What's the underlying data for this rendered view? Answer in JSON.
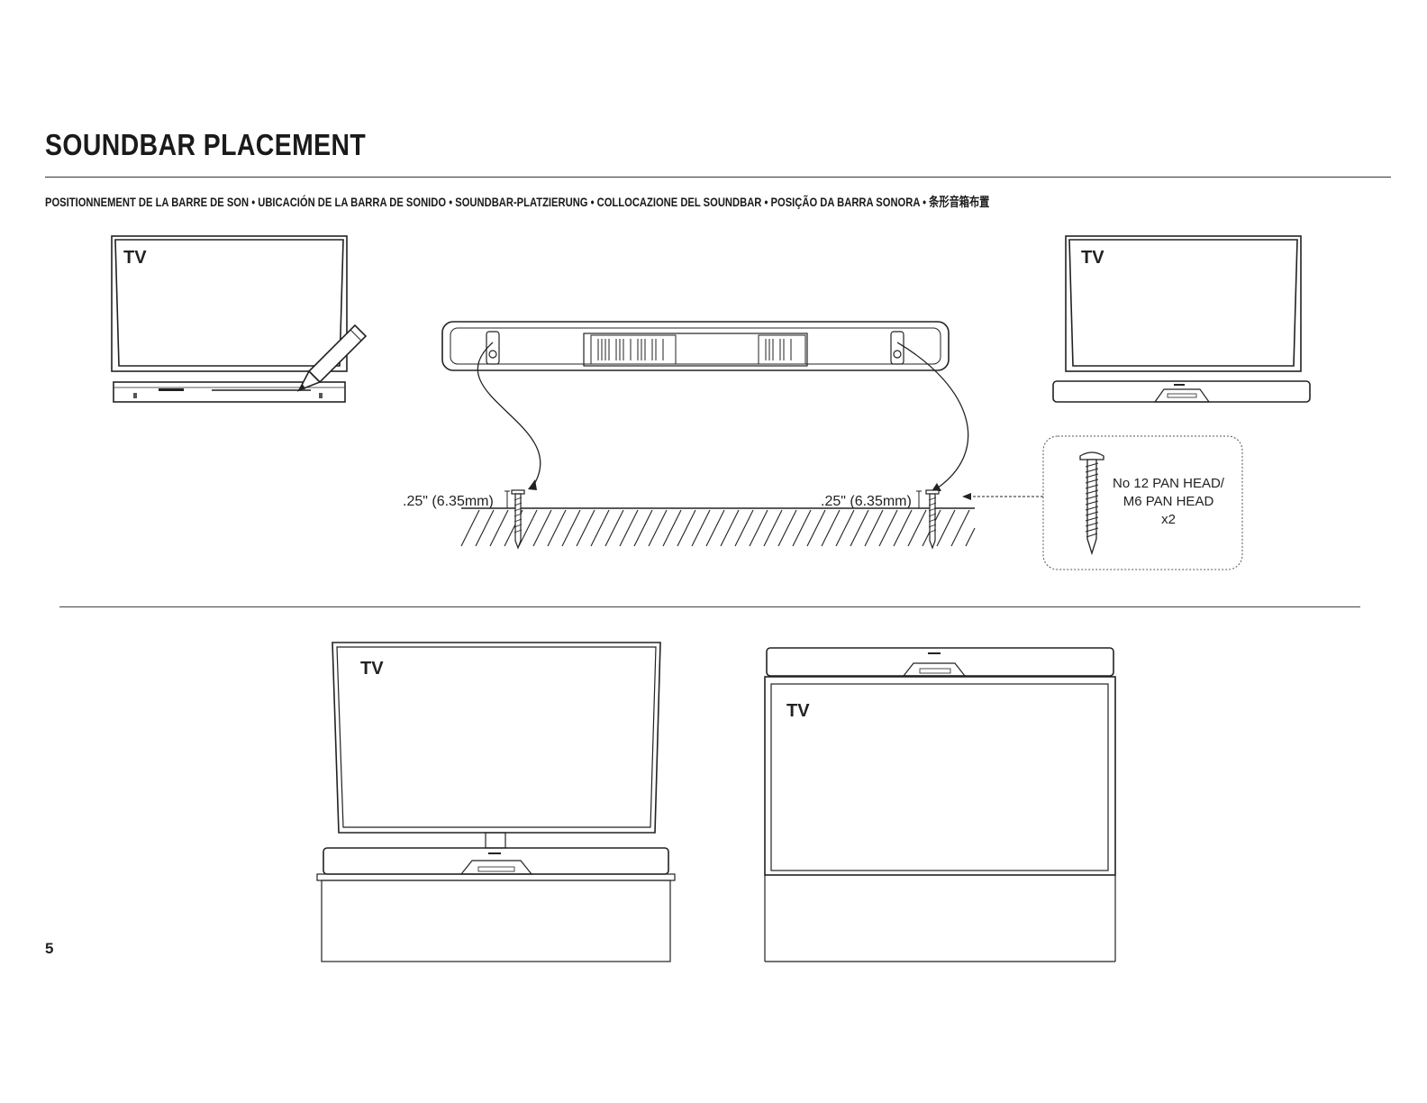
{
  "page": {
    "title": "SOUNDBAR PLACEMENT",
    "subtitle": "POSITIONNEMENT DE LA BARRE DE SON • UBICACIÓN DE LA BARRA DE SONIDO • SOUNDBAR-PLATZIERUNG • COLLOCAZIONE DEL SOUNDBAR • POSIÇÃO DA BARRA SONORA • 条形音箱布置",
    "page_number": "5"
  },
  "figures": {
    "tv_label": "TV",
    "measure_left": ".25\" (6.35mm)",
    "measure_right": ".25\" (6.35mm)",
    "screw_callout": {
      "line1": "No 12 PAN HEAD/",
      "line2": "M6 PAN HEAD",
      "line3": "x2"
    }
  }
}
